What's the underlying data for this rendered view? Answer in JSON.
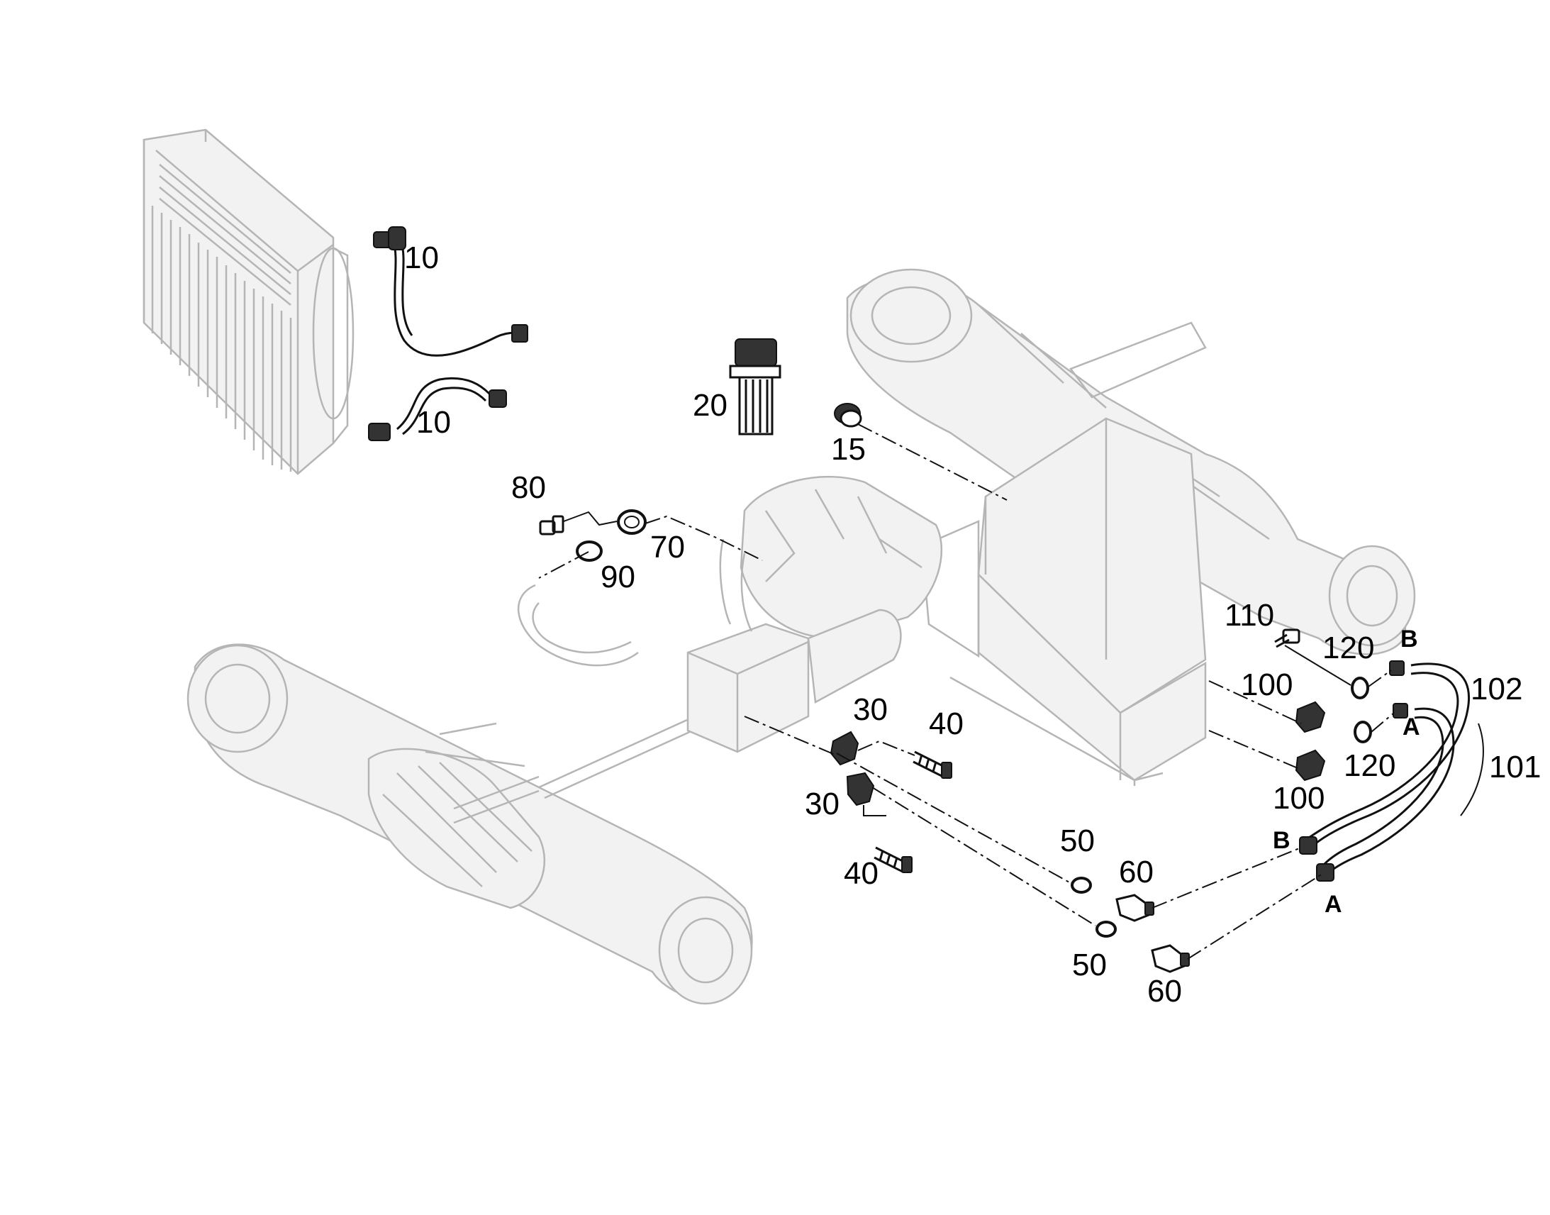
{
  "diagram": {
    "part_labels": [
      {
        "id": "p10a",
        "text": "10"
      },
      {
        "id": "p10b",
        "text": "10"
      },
      {
        "id": "p20",
        "text": "20"
      },
      {
        "id": "p15",
        "text": "15"
      },
      {
        "id": "p80",
        "text": "80"
      },
      {
        "id": "p70",
        "text": "70"
      },
      {
        "id": "p90",
        "text": "90"
      },
      {
        "id": "p30a",
        "text": "30"
      },
      {
        "id": "p40a",
        "text": "40"
      },
      {
        "id": "p30b",
        "text": "30"
      },
      {
        "id": "p40b",
        "text": "40"
      },
      {
        "id": "p50a",
        "text": "50"
      },
      {
        "id": "p60a",
        "text": "60"
      },
      {
        "id": "p50b",
        "text": "50"
      },
      {
        "id": "p60b",
        "text": "60"
      },
      {
        "id": "p110",
        "text": "110"
      },
      {
        "id": "p120a",
        "text": "120"
      },
      {
        "id": "p100a",
        "text": "100"
      },
      {
        "id": "p120b",
        "text": "120"
      },
      {
        "id": "p100b",
        "text": "100"
      },
      {
        "id": "p102",
        "text": "102"
      },
      {
        "id": "p101",
        "text": "101"
      }
    ],
    "port_labels": [
      {
        "id": "portB1",
        "text": "B"
      },
      {
        "id": "portA1",
        "text": "A"
      },
      {
        "id": "portB2",
        "text": "B"
      },
      {
        "id": "portA2",
        "text": "A"
      }
    ]
  }
}
